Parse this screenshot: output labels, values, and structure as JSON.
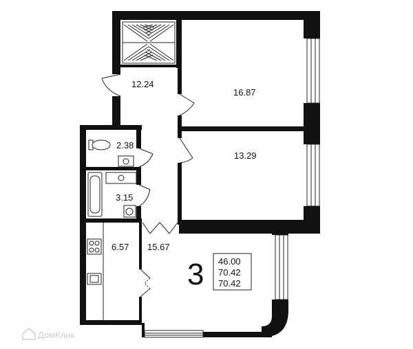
{
  "rooms": [
    {
      "id": "wardrobe-hall",
      "area": "12.24"
    },
    {
      "id": "bedroom-top",
      "area": "16.87"
    },
    {
      "id": "bedroom-middle",
      "area": "13.29"
    },
    {
      "id": "toilet",
      "area": "2.38"
    },
    {
      "id": "bathroom",
      "area": "3.15"
    },
    {
      "id": "kitchen",
      "area": "6.57"
    },
    {
      "id": "living-room",
      "area": "15.67"
    }
  ],
  "summary": {
    "rooms_count": "3",
    "areas": [
      "46.00",
      "70.42",
      "70.42"
    ]
  },
  "watermark": "ДомКлик"
}
